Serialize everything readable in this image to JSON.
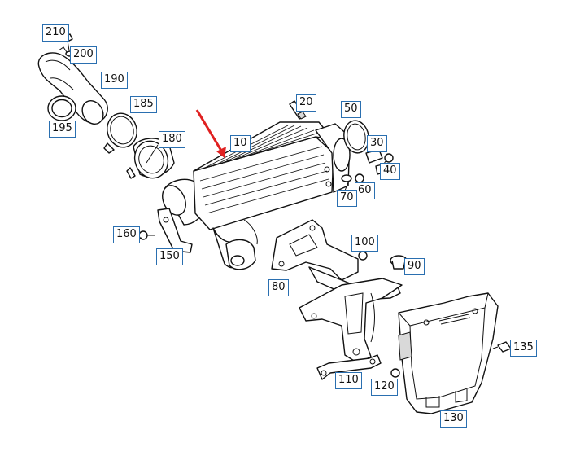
{
  "colors": {
    "callout_border": "#2a6fb0",
    "pointer_arrow": "#e02020",
    "line_art": "#111111"
  },
  "callouts": {
    "c10": "10",
    "c20": "20",
    "c30": "30",
    "c40": "40",
    "c50": "50",
    "c60": "60",
    "c70": "70",
    "c80": "80",
    "c90": "90",
    "c100": "100",
    "c110": "110",
    "c120": "120",
    "c130": "130",
    "c135": "135",
    "c150": "150",
    "c160": "160",
    "c180": "180",
    "c185": "185",
    "c190": "190",
    "c195": "195",
    "c200": "200",
    "c210": "210"
  }
}
